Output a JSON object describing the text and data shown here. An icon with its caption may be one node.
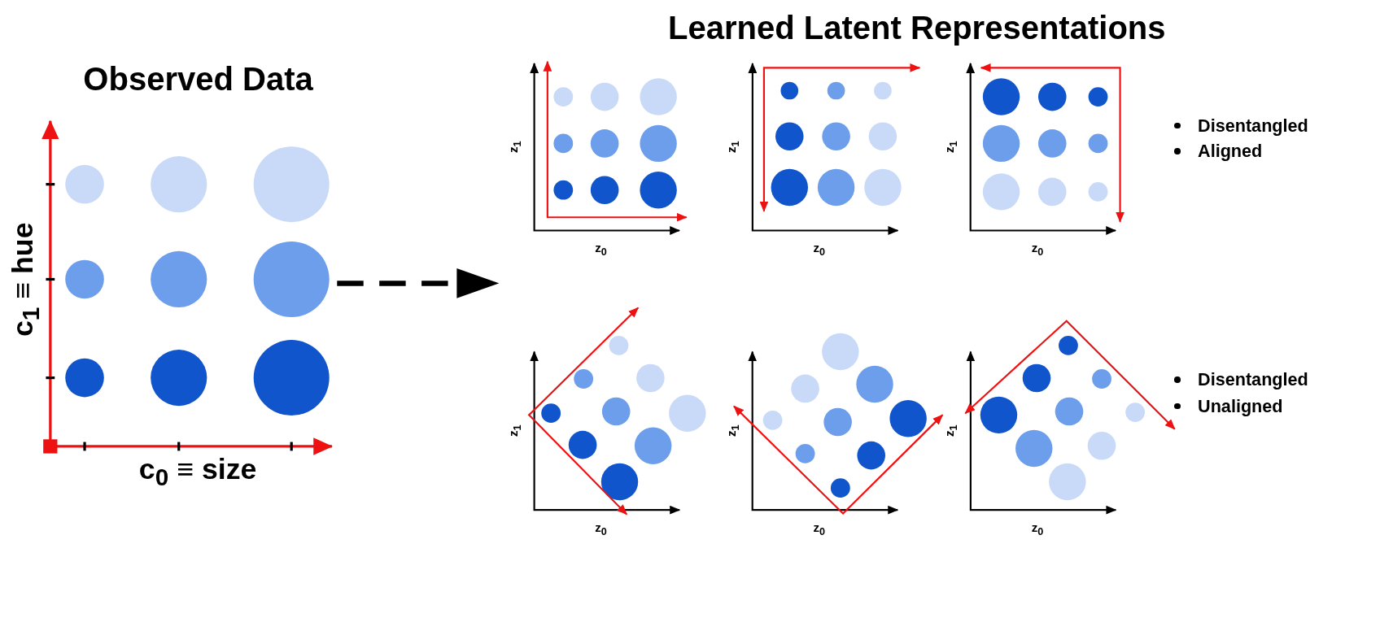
{
  "diagram": {
    "nodes": [
      {
        "text": [
          "Observed Data",
          "c$_{1}$ ≡ hue",
          "c$_{0}$ ≡ size"
        ]
      },
      {
        "text": [
          "Learned Latent Representations"
        ]
      },
      {
        "text": [
          "z$_{1}$",
          "z$_{0}$"
        ],
        "in": 1
      },
      {
        "text": [
          "z$_{1}$",
          "z$_{0}$"
        ],
        "in": 1
      },
      {
        "text": [
          "z$_{1}$",
          "z$_{0}$"
        ],
        "in": 1
      },
      {
        "text": [
          "z$_{1}$",
          "z$_{0}$"
        ],
        "in": 1
      },
      {
        "text": [
          "z$_{1}$",
          "z$_{0}$"
        ],
        "in": 1
      },
      {
        "text": [
          "z$_{1}$",
          "z$_{0}$"
        ],
        "in": 1
      }
    ],
    "edges": [
      {
        "from": 0,
        "to": 1,
        "arrow": "to",
        "style": "dashed"
      }
    ],
    "labels": [
      "Disentangled",
      "Aligned",
      "Disentangled",
      "Unaligned"
    ]
  }
}
